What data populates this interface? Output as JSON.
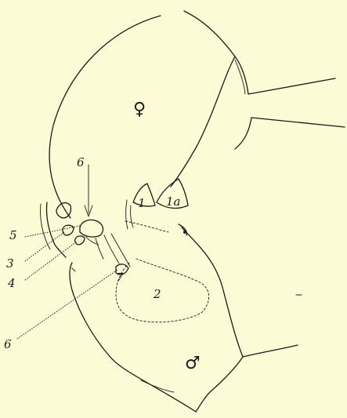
{
  "figure": {
    "symbols": {
      "female": "♀",
      "male": "♂"
    },
    "labels": {
      "l1": "1",
      "l1a": "1a",
      "l2": "2",
      "l3": "3",
      "l4": "4",
      "l5": "5",
      "l6_left": "6",
      "l6_top": "6",
      "l7": "7"
    },
    "colors": {
      "paper": "#fdfbd6",
      "ink": "#1a1a1a"
    }
  }
}
